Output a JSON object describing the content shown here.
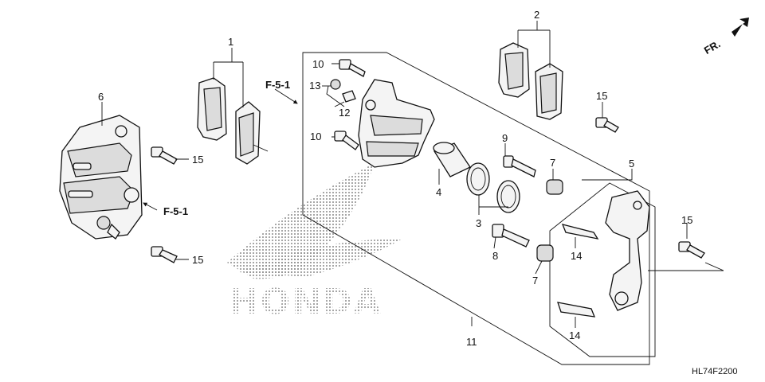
{
  "diagram": {
    "code": "HL74F2200",
    "direction_label": "FR.",
    "watermark": "HONDA",
    "callouts": {
      "c1": "1",
      "c2": "2",
      "c3": "3",
      "c4": "4",
      "c5": "5",
      "c6": "6",
      "c7a": "7",
      "c7b": "7",
      "c8": "8",
      "c9": "9",
      "c10a": "10",
      "c10b": "10",
      "c11": "11",
      "c12": "12",
      "c13": "13",
      "c14a": "14",
      "c14b": "14",
      "c15a": "15",
      "c15b": "15",
      "c15c": "15",
      "c15d": "15"
    },
    "refs": {
      "ref_top": "F-5-1",
      "ref_left": "F-5-1"
    }
  }
}
